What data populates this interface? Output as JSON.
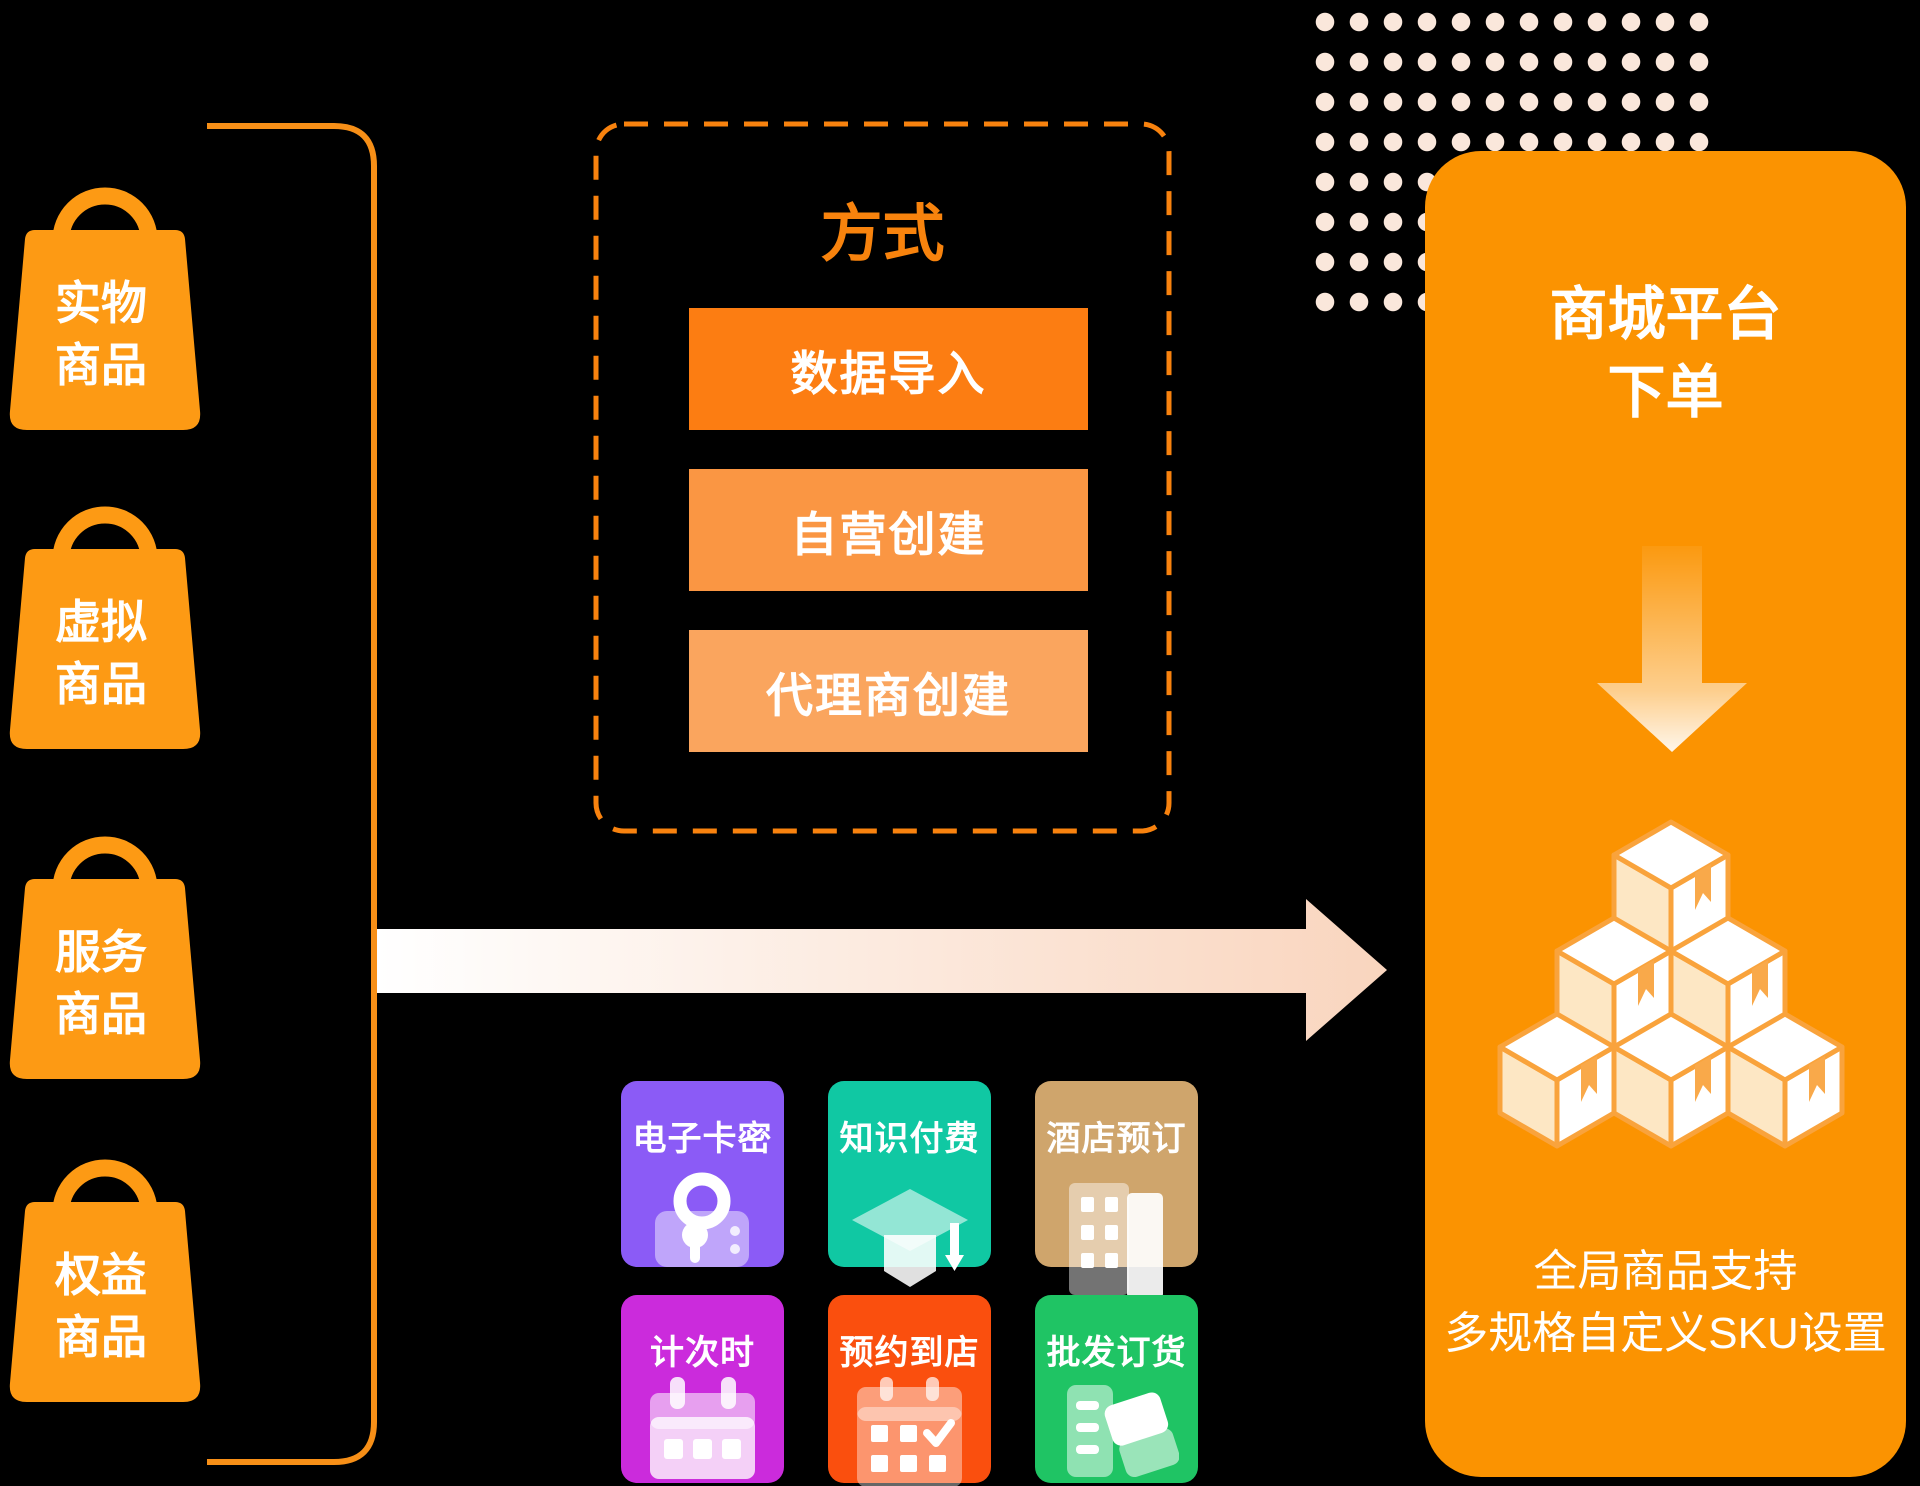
{
  "bags": [
    {
      "line1": "实物",
      "line2": "商品"
    },
    {
      "line1": "虚拟",
      "line2": "商品"
    },
    {
      "line1": "服务",
      "line2": "商品"
    },
    {
      "line1": "权益",
      "line2": "商品"
    }
  ],
  "method_box": {
    "title": "方式",
    "buttons": [
      {
        "label": "数据导入",
        "color": "#FC7D12"
      },
      {
        "label": "自营创建",
        "color": "#FA9643"
      },
      {
        "label": "代理商创建",
        "color": "#FAA55E"
      }
    ]
  },
  "tiles": [
    {
      "label": "电子卡密",
      "icon": "lock-icon",
      "color": "#8B5BF6"
    },
    {
      "label": "知识付费",
      "icon": "graduation-cap-icon",
      "color": "#10C8A3"
    },
    {
      "label": "酒店预订",
      "icon": "hotel-building-icon",
      "color": "#CFA56C"
    },
    {
      "label": "计次时",
      "icon": "calendar-pins-icon",
      "color": "#CB2BDC"
    },
    {
      "label": "预约到店",
      "icon": "calendar-check-icon",
      "color": "#FA4F0E"
    },
    {
      "label": "批发订货",
      "icon": "wholesale-receipt-icon",
      "color": "#1FC464"
    }
  ],
  "panel": {
    "title_line1": "商城平台",
    "title_line2": "下单",
    "caption_line1": "全局商品支持",
    "caption_line2": "多规格自定义SKU设置",
    "color": "#FB9301"
  },
  "colors": {
    "background": "#000000",
    "bag": "#FD9A14",
    "bracket": "#F78F17",
    "dashed_border": "#F8820E",
    "method_title": "#F8830D",
    "dots": "#FAE7DB",
    "arrow_gradient_start": "#FFFFFF",
    "arrow_gradient_end": "#F9D5BE",
    "cube_outline": "#F9A33C",
    "cube_shade": "#FDE7C4"
  }
}
